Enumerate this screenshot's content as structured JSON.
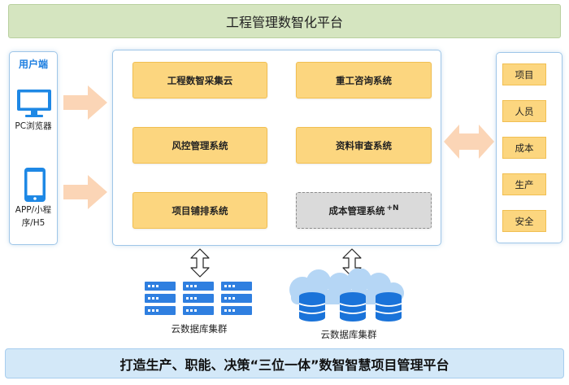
{
  "title": "工程管理数智化平台",
  "client": {
    "title": "用户端",
    "devices": [
      {
        "label": "PC浏览器",
        "icon": "monitor-icon"
      },
      {
        "label_line1": "APP/小程",
        "label_line2": "序/H5",
        "icon": "tablet-icon"
      }
    ]
  },
  "modules": [
    {
      "label": "工程数智采集云"
    },
    {
      "label": "重工咨询系统"
    },
    {
      "label": "风控管理系统"
    },
    {
      "label": "资料审查系统"
    },
    {
      "label": "项目铺排系统"
    },
    {
      "label": "成本管理系统",
      "suffix": "+N"
    }
  ],
  "dimensions": [
    "项目",
    "人员",
    "成本",
    "生产",
    "安全"
  ],
  "clusters": [
    {
      "label": "云数据库集群",
      "icon": "server-rack-icon"
    },
    {
      "label": "云数据库集群",
      "icon": "cloud-database-icon"
    }
  ],
  "footer": "打造生产、职能、决策“三位一体”数智智慧项目管理平台",
  "colors": {
    "accent_blue": "#1e7fe0",
    "module_fill": "#fcd67f",
    "arrow_fill": "#fbd5b6",
    "title_bg": "#d5e5c0",
    "footer_bg": "#d3e8f8"
  }
}
